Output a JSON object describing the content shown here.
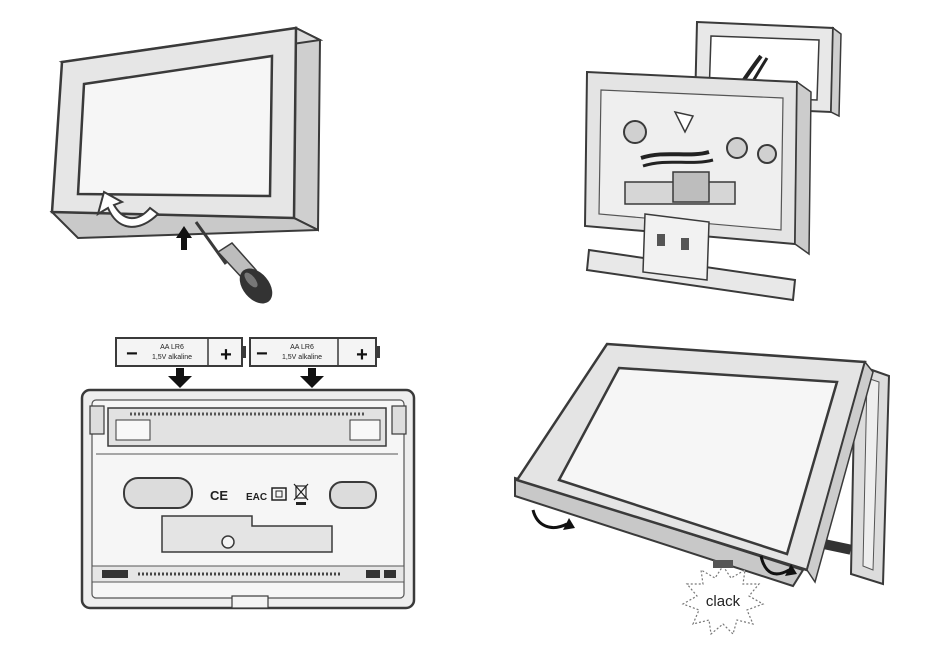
{
  "batteries": [
    {
      "minus": "−",
      "plus": "+",
      "line1": "AA LR6",
      "line2": "1,5V alkaline"
    },
    {
      "minus": "−",
      "plus": "+",
      "line1": "AA LR6",
      "line2": "1,5V alkaline"
    }
  ],
  "markings": {
    "ce": "CE",
    "eac": "EAC"
  },
  "sound_label": "clack",
  "colors": {
    "stroke": "#3a3a3a",
    "face": "#e6e6e6",
    "dark": "#444444"
  }
}
